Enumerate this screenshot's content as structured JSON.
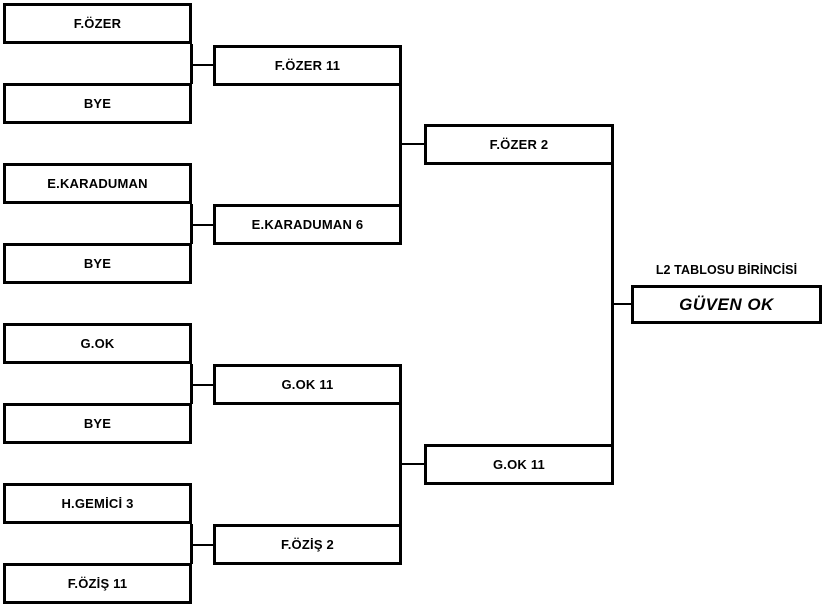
{
  "bracket": {
    "title_label": "L2 TABLOSU BİRİNCİSİ",
    "winner": "GÜVEN OK",
    "rounds": [
      {
        "name": "round-1",
        "slots": [
          {
            "label": "F.ÖZER"
          },
          {
            "label": "BYE"
          },
          {
            "label": "E.KARADUMAN"
          },
          {
            "label": "BYE"
          },
          {
            "label": "G.OK"
          },
          {
            "label": "BYE"
          },
          {
            "label": "H.GEMİCİ  3"
          },
          {
            "label": "F.ÖZİŞ  11"
          }
        ]
      },
      {
        "name": "round-2",
        "slots": [
          {
            "label": "F.ÖZER  11"
          },
          {
            "label": "E.KARADUMAN  6"
          },
          {
            "label": "G.OK  11"
          },
          {
            "label": "F.ÖZİŞ  2"
          }
        ]
      },
      {
        "name": "round-3",
        "slots": [
          {
            "label": "F.ÖZER  2"
          },
          {
            "label": "G.OK  11"
          }
        ]
      }
    ]
  },
  "colors": {
    "line": "#000000",
    "background": "#ffffff",
    "text": "#000000"
  }
}
